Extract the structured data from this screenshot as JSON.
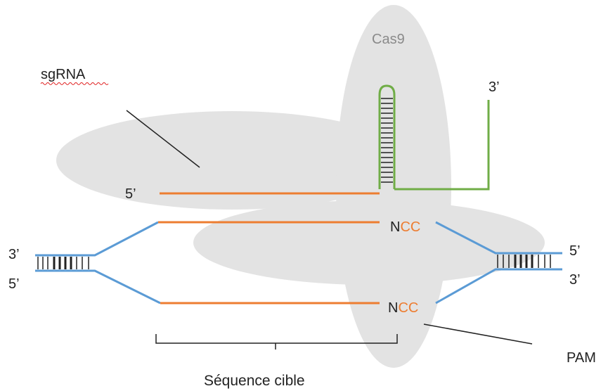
{
  "labels": {
    "cas9": "Cas9",
    "sgrna": "sgRNA",
    "sgrna_5prime": "5’",
    "sgrna_3prime": "3’",
    "left_top_end": "3’",
    "left_bottom_end": "5’",
    "right_top_end": "5’",
    "right_bottom_end": "3’",
    "pam_top": {
      "n": "N",
      "cc": "CC"
    },
    "pam_bottom": {
      "n": "N",
      "cc": "CC"
    },
    "pam": "PAM",
    "target_sequence": "Séquence cible"
  },
  "colors": {
    "cas9_shape": "#e3e3e3",
    "guide_orange": "#ed7d31",
    "dna_blue": "#5b9bd5",
    "scaffold_green": "#70ad47",
    "cas9_label": "#8a8a8a",
    "text": "#222222",
    "spellcheck_underline": "#e02020"
  }
}
